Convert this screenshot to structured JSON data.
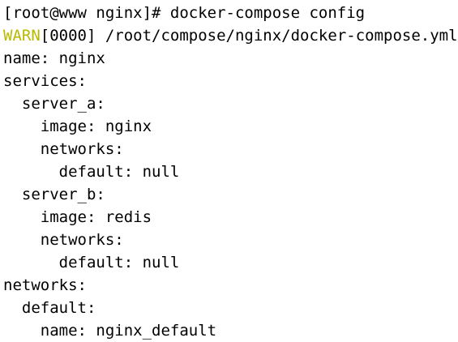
{
  "terminal": {
    "prompt": "[root@www nginx]# ",
    "command": "docker-compose config",
    "warn_label": "WARN",
    "warn_message": "[0000] /root/compose/nginx/docker-compose.yml",
    "output": [
      "name: nginx",
      "services:",
      "  server_a:",
      "    image: nginx",
      "    networks:",
      "      default: null",
      "  server_b:",
      "    image: redis",
      "    networks:",
      "      default: null",
      "networks:",
      "  default:",
      "    name: nginx_default"
    ]
  },
  "colors": {
    "background": "#ffffff",
    "text": "#000000",
    "warn": "#b9b900"
  }
}
